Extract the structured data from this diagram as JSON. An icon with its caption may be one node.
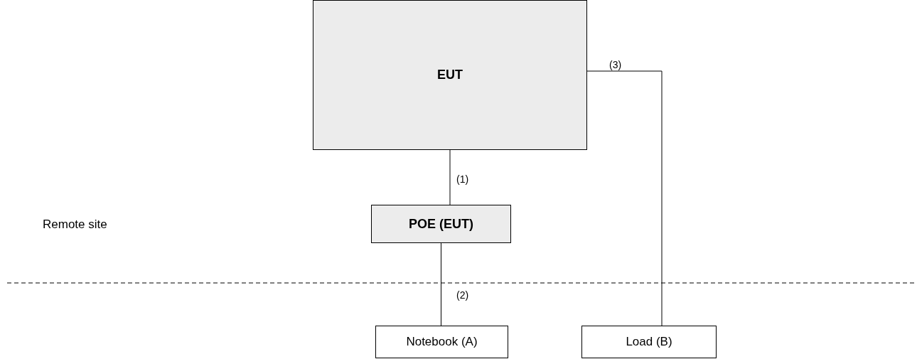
{
  "diagram": {
    "nodes": [
      {
        "text": [
          "EUT"
        ]
      },
      {
        "text": [
          "POE (EUT)"
        ]
      },
      {
        "text": [
          "Notebook (A)"
        ]
      },
      {
        "text": [
          "Load (B)"
        ]
      }
    ],
    "edges": [
      {
        "from": 0,
        "to": 1,
        "arrow": "none",
        "label": "(1)"
      },
      {
        "from": 1,
        "to": 2,
        "arrow": "none",
        "label": "(2)"
      },
      {
        "from": 0,
        "to": 3,
        "arrow": "none",
        "label": "(3)"
      }
    ],
    "labels": [
      "Remote site"
    ]
  }
}
